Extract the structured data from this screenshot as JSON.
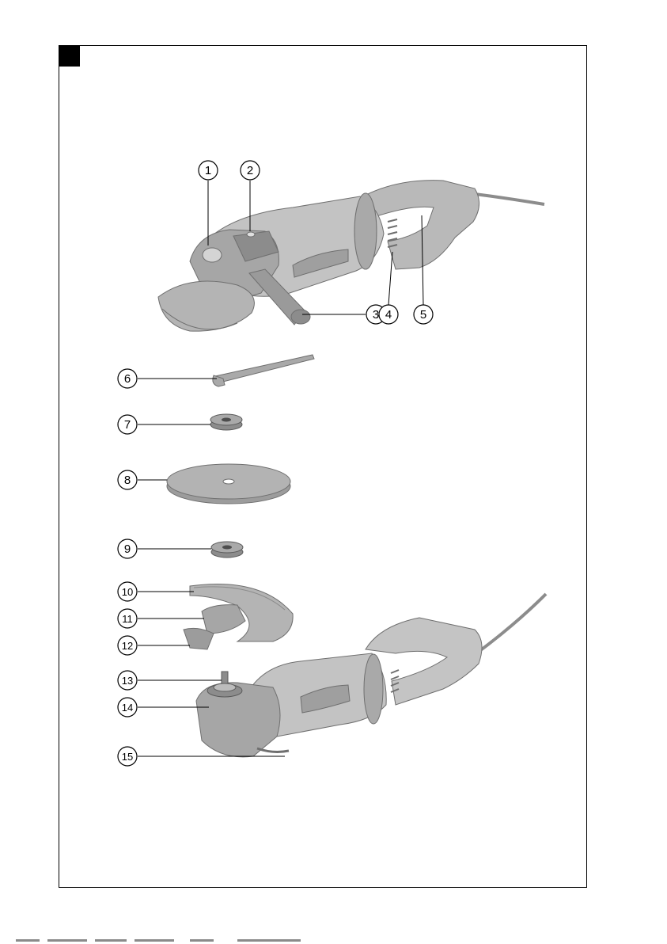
{
  "callouts": [
    {
      "id": 1,
      "label": "1"
    },
    {
      "id": 2,
      "label": "2"
    },
    {
      "id": 3,
      "label": "3"
    },
    {
      "id": 4,
      "label": "4"
    },
    {
      "id": 5,
      "label": "5"
    },
    {
      "id": 6,
      "label": "6"
    },
    {
      "id": 7,
      "label": "7"
    },
    {
      "id": 8,
      "label": "8"
    },
    {
      "id": 9,
      "label": "9"
    },
    {
      "id": 10,
      "label": "10"
    },
    {
      "id": 11,
      "label": "11"
    },
    {
      "id": 12,
      "label": "12"
    },
    {
      "id": 13,
      "label": "13"
    },
    {
      "id": 14,
      "label": "14"
    },
    {
      "id": 15,
      "label": "15"
    }
  ],
  "colors": {
    "tool_body": "#b9b9b9",
    "tool_dark": "#8c8c8c",
    "tool_light": "#d4d4d4",
    "line": "#000000"
  }
}
